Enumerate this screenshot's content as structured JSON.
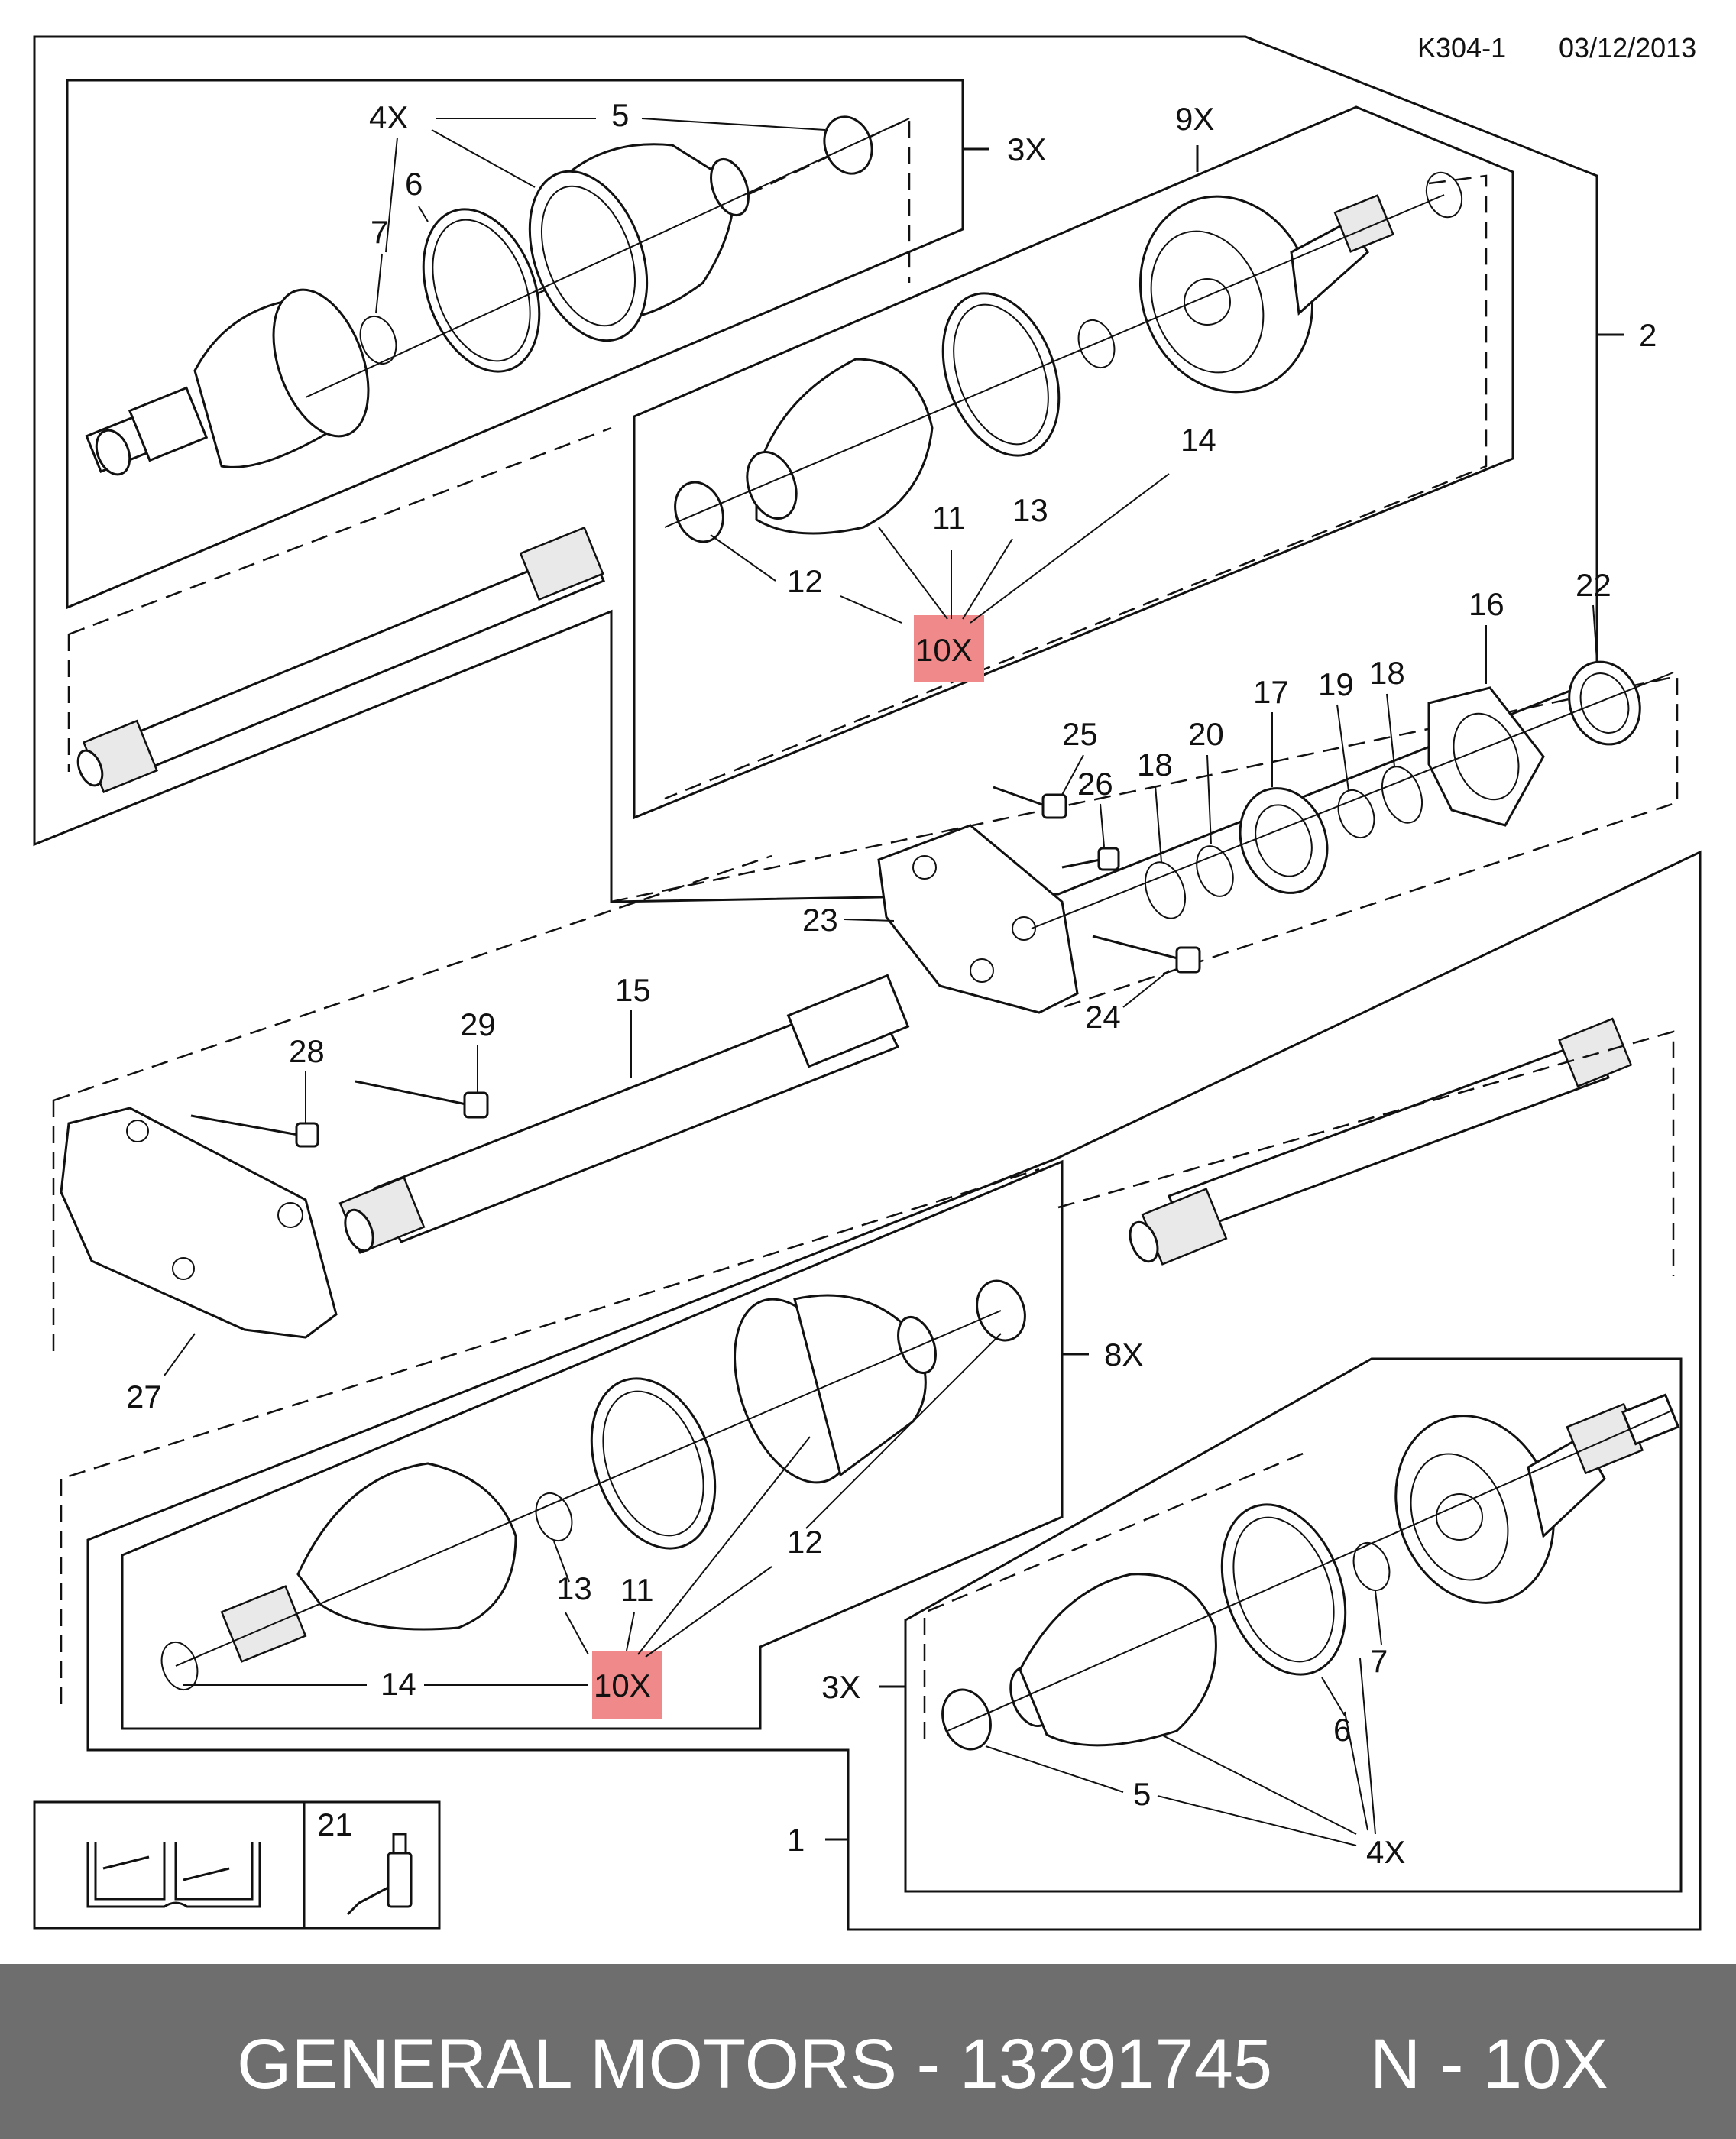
{
  "header": {
    "code": "K304-1",
    "date": "03/12/2013"
  },
  "callouts": {
    "c1": "1",
    "c2": "2",
    "c3x_top": "3X",
    "c3x_bot": "3X",
    "c4x_top": "4X",
    "c4x_bot": "4X",
    "c5_top": "5",
    "c5_bot": "5",
    "c6_top": "6",
    "c6_bot": "6",
    "c7_top": "7",
    "c7_bot": "7",
    "c8x": "8X",
    "c9x": "9X",
    "c10x_top": "10X",
    "c10x_bot": "10X",
    "c11_top": "11",
    "c11_bot": "11",
    "c12_top": "12",
    "c12_bot": "12",
    "c13_top": "13",
    "c13_bot": "13",
    "c14_top": "14",
    "c14_bot": "14",
    "c15": "15",
    "c16": "16",
    "c17": "17",
    "c18_a": "18",
    "c18_b": "18",
    "c19": "19",
    "c20": "20",
    "c21": "21",
    "c22": "22",
    "c23": "23",
    "c24": "24",
    "c25": "25",
    "c26": "26",
    "c27": "27",
    "c28": "28",
    "c29": "29"
  },
  "footer": {
    "text": "GENERAL MOTORS - 13291745     N - 10X"
  },
  "colors": {
    "highlight": "#f08a8a",
    "footer_bg": "#6e6e6e",
    "ink": "#111111"
  },
  "icons": {
    "manual": "wrench-book-icon",
    "lubricant": "grease-tube-icon"
  }
}
